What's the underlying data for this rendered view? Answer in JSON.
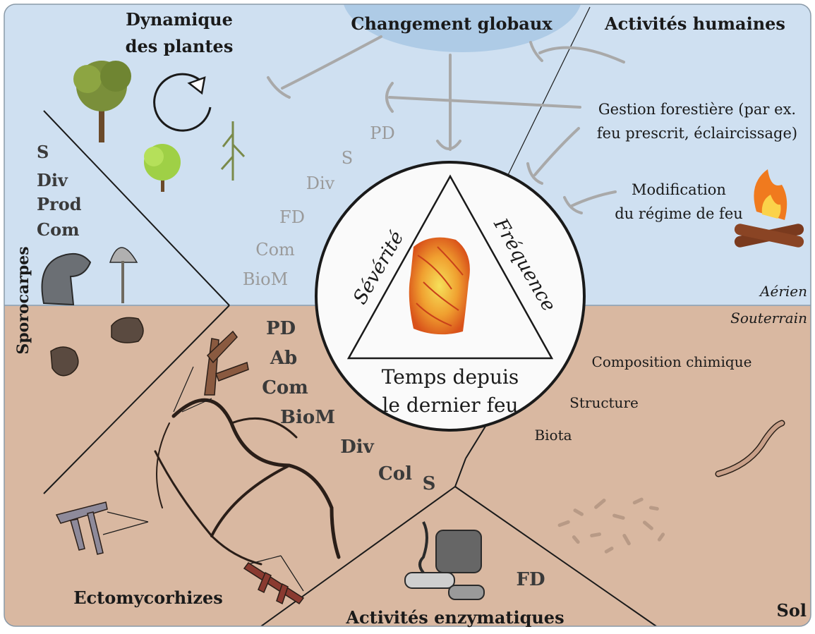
{
  "colors": {
    "sky": "#cfe0f1",
    "soil": "#d9b8a1",
    "cap": "#aecbe6",
    "metric_grey": "#9a9a9a",
    "arrow_grey": "#a9a9a9",
    "text": "#1a1a1a",
    "circle_fill": "#fafafa",
    "flame": "#e8711f"
  },
  "title": {
    "global_change": "Changement globaux",
    "human_activities": "Activités humaines",
    "plant_dynamics_l1": "Dynamique",
    "plant_dynamics_l2": "des plantes"
  },
  "human": {
    "forest_mgmt_l1": "Gestion forestière (par ex.",
    "forest_mgmt_l2": "feu prescrit, éclaircissage)",
    "fire_regime_l1": "Modification",
    "fire_regime_l2": "du régime de feu"
  },
  "above_metrics": [
    "PD",
    "S",
    "Div",
    "FD",
    "Com",
    "BioM"
  ],
  "sporocarp_metrics": [
    "S",
    "Div",
    "Prod",
    "Com"
  ],
  "sporocarps_label": "Sporocarpes",
  "layer_labels": {
    "above": "Aérien",
    "below": "Souterrain"
  },
  "center": {
    "severity": "Sévérité",
    "frequency": "Fréquence",
    "time_l1": "Temps depuis",
    "time_l2": "le dernier feu"
  },
  "ecto_metrics": [
    "PD",
    "Ab",
    "Com",
    "BioM",
    "Div",
    "Col",
    "S"
  ],
  "ecto_label": "Ectomycorhizes",
  "enzyme": {
    "label": "Activités enzymatiques",
    "metric": "FD"
  },
  "soil": {
    "chem": "Composition chimique",
    "structure": "Structure",
    "biota": "Biota",
    "label": "Sol"
  }
}
